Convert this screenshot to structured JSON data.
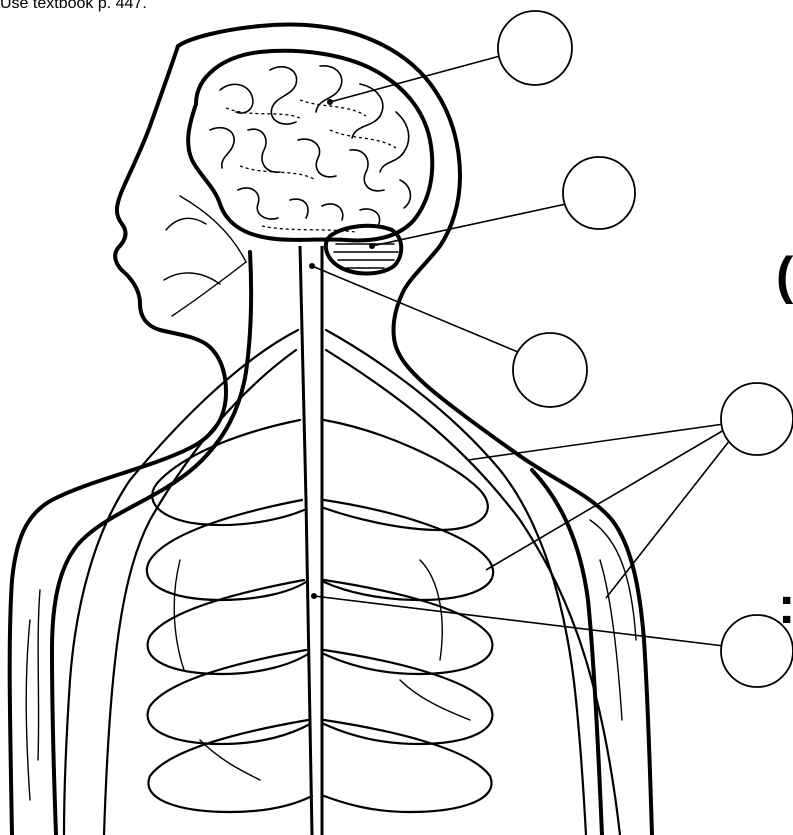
{
  "instruction": "Use textbook p. 447.",
  "fragments": [
    "(",
    ":"
  ],
  "labels": [
    {
      "id": "brain",
      "value": ""
    },
    {
      "id": "cerebellum",
      "value": ""
    },
    {
      "id": "brain-stem",
      "value": ""
    },
    {
      "id": "nerves",
      "value": ""
    },
    {
      "id": "spinal-cord",
      "value": ""
    }
  ]
}
